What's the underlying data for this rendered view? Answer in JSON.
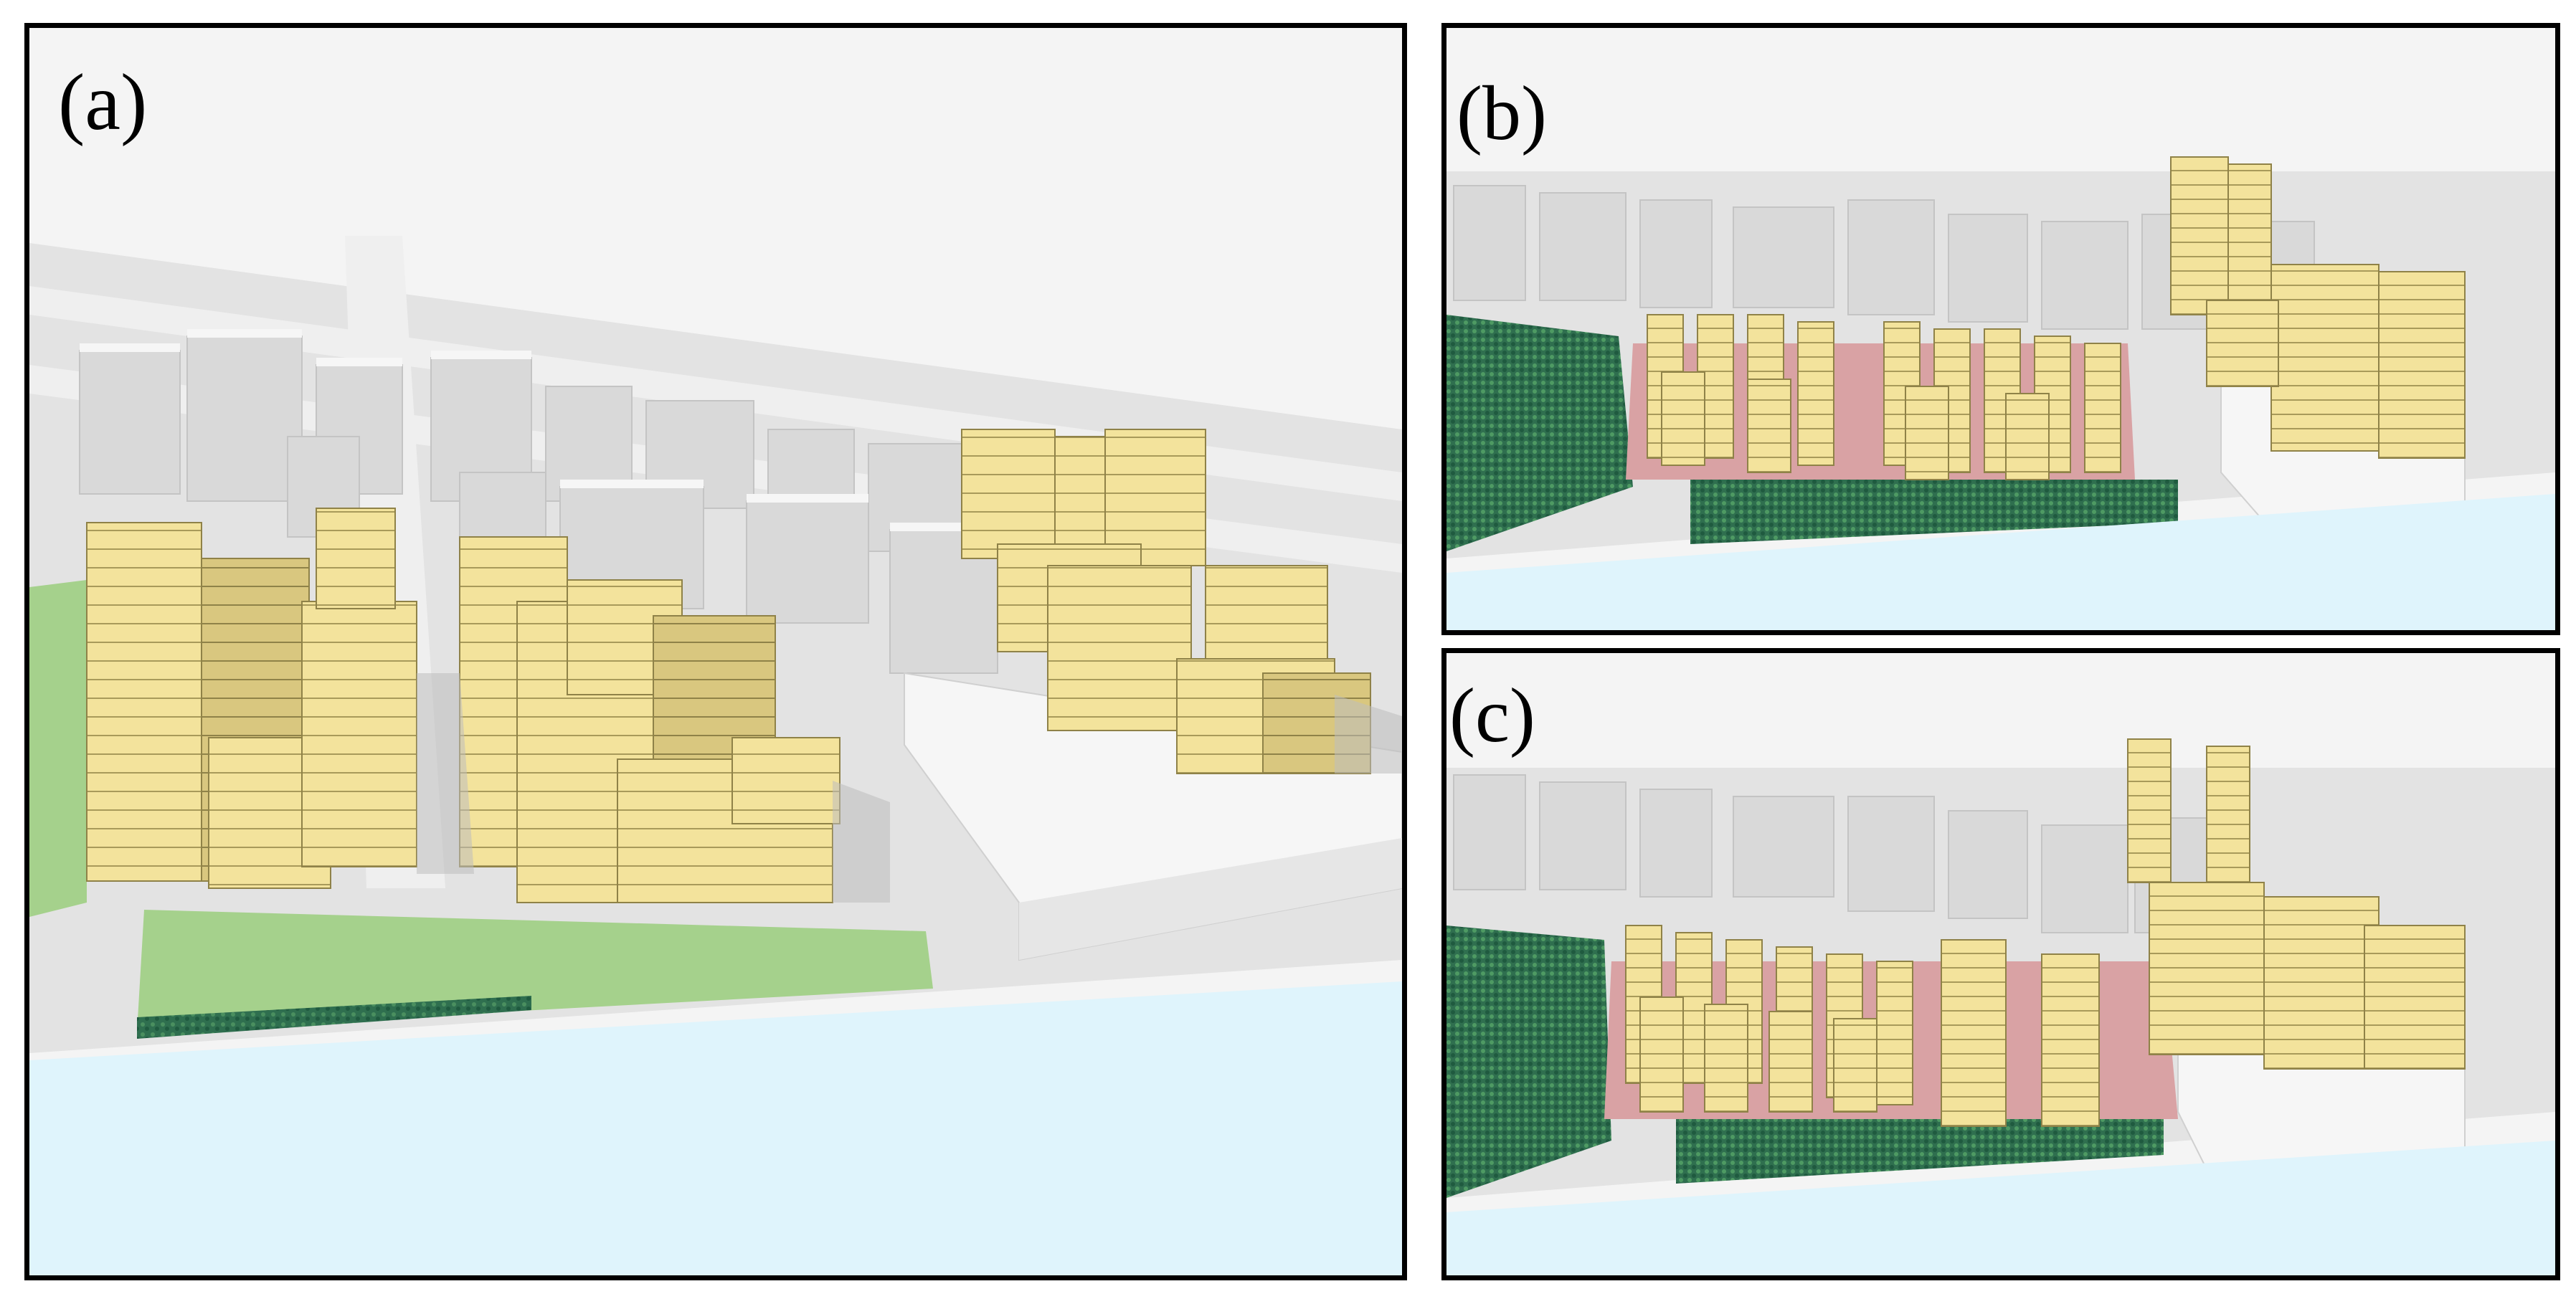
{
  "panels": {
    "a": {
      "label": "(a)"
    },
    "b": {
      "label": "(b)"
    },
    "c": {
      "label": "(c)"
    }
  },
  "colors": {
    "sky": "#f4f4f4",
    "ground": "#e3e3e3",
    "road": "#efefef",
    "context_building": "#d9d9d9",
    "context_building_top": "#f6f6f6",
    "proposed_building": "#f3e39c",
    "proposed_building_side": "#d9c77f",
    "water": "#dff4fc",
    "green_lawn": "#a5d18c",
    "dense_vegetation": "#2f6f4f",
    "plaza_pink": "#d9a2a4",
    "frame": "#000000"
  }
}
